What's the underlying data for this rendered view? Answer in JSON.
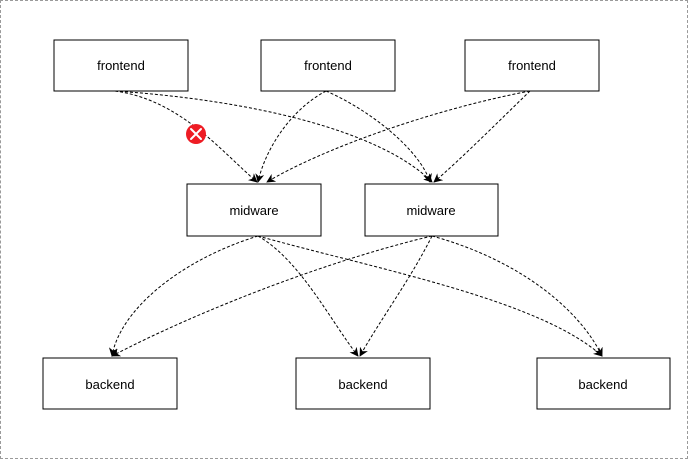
{
  "diagram": {
    "frontends": [
      {
        "label": "frontend"
      },
      {
        "label": "frontend"
      },
      {
        "label": "frontend"
      }
    ],
    "midwares": [
      {
        "label": "midware"
      },
      {
        "label": "midware"
      }
    ],
    "backends": [
      {
        "label": "backend"
      },
      {
        "label": "backend"
      },
      {
        "label": "backend"
      }
    ],
    "edge_style": "dashed",
    "blocked_marker": "red-x-circle"
  },
  "colors": {
    "node_border": "#000000",
    "edge": "#000000",
    "blocked": "#ee1c24",
    "frame_border": "#9a9a9a"
  }
}
